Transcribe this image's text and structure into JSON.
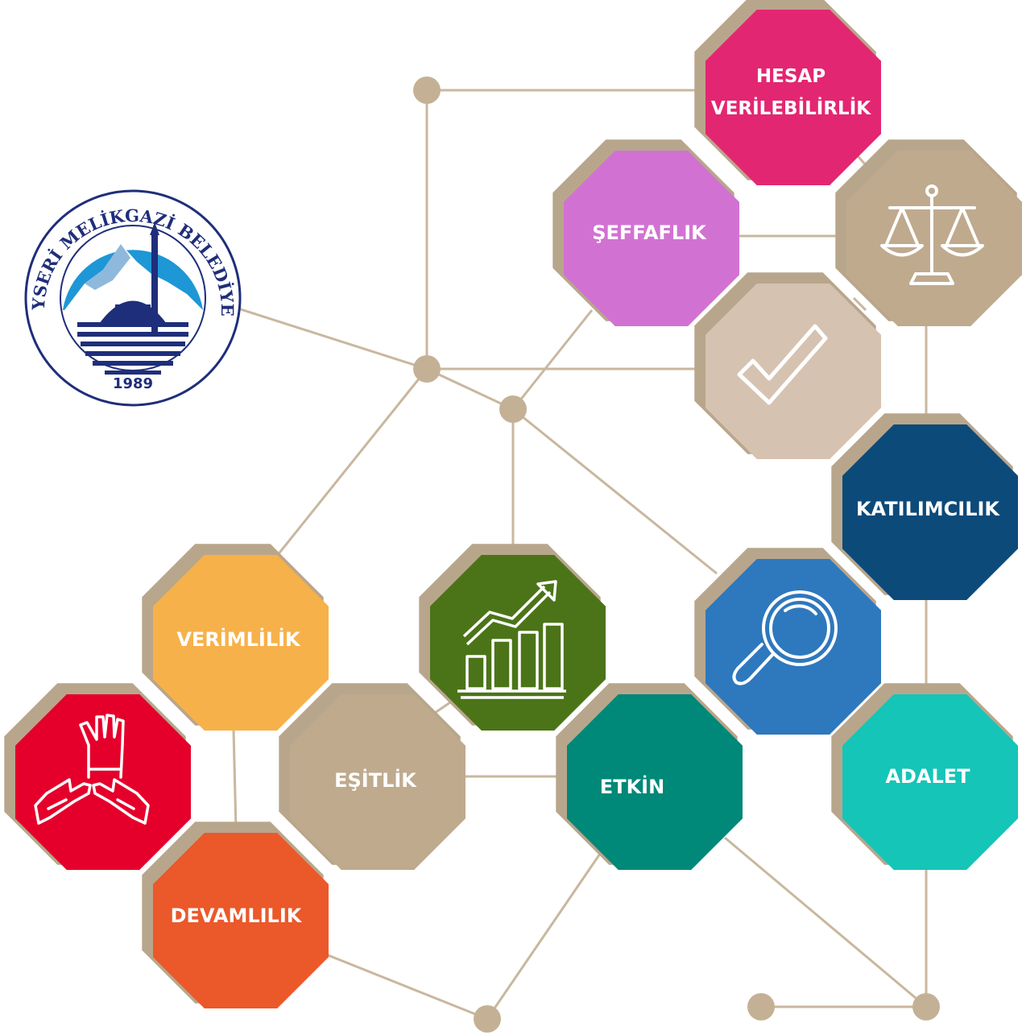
{
  "logo": {
    "ring_text": "KAYSERİ MELİKGAZİ BELEDİYESİ",
    "year": "1989"
  },
  "nodes": {
    "hesap": {
      "line1": "HESAP",
      "line2": "VERİLEBİLİRLİK",
      "color": "#e32671"
    },
    "seffaflik": {
      "label": "ŞEFFAFLIK",
      "color": "#d172d2"
    },
    "adalet_icon": {
      "icon": "scales-of-justice-icon",
      "color": "#bfaa8e"
    },
    "check_icon": {
      "icon": "check-mark-icon",
      "color": "#d6c2b0"
    },
    "katilimcilik": {
      "label": "KATILIMCILIK",
      "color": "#0c4a7a"
    },
    "search_icon": {
      "icon": "magnifier-icon",
      "color": "#2e78be"
    },
    "chart_icon": {
      "icon": "growth-chart-icon",
      "color": "#4b7418"
    },
    "verimlilik": {
      "label": "VERİMLİLİK",
      "color": "#f7b14a"
    },
    "hands_icon": {
      "icon": "helping-hands-icon",
      "color": "#e5002b"
    },
    "esitlik": {
      "label": "EŞİTLİK",
      "color": "#bfaa8e"
    },
    "etkin": {
      "label": "ETKİN",
      "color": "#008878"
    },
    "adalet": {
      "label": "ADALET",
      "color": "#15c5b8"
    },
    "devamlilik": {
      "label": "DEVAMLILIK",
      "color": "#eb582a"
    }
  },
  "colors": {
    "connector": "#c9b79e",
    "dot": "#c4b195",
    "shadow": "#b8a68c"
  }
}
